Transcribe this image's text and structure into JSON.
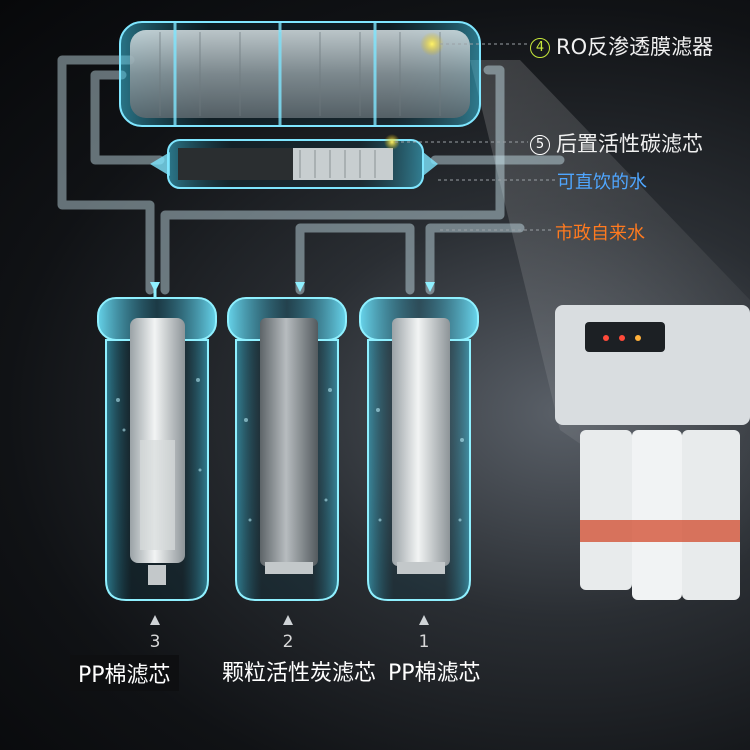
{
  "labels": {
    "ro": {
      "num": "4",
      "text": "RO反渗透膜滤器"
    },
    "carbon_post": {
      "num": "5",
      "text": "后置活性碳滤芯"
    },
    "drinkable": "可直饮的水",
    "tap_water": "市政自来水"
  },
  "filters": [
    {
      "num": "3",
      "name": "PP棉滤芯"
    },
    {
      "num": "2",
      "name": "颗粒活性炭滤芯"
    },
    {
      "num": "1",
      "name": "PP棉滤芯"
    }
  ],
  "colors": {
    "ro_label": "#c6e83a",
    "carbon_label": "#ffffff",
    "drinkable": "#4fa6ff",
    "tap_water": "#ff7a1f",
    "glow": "#6fe3ff"
  }
}
